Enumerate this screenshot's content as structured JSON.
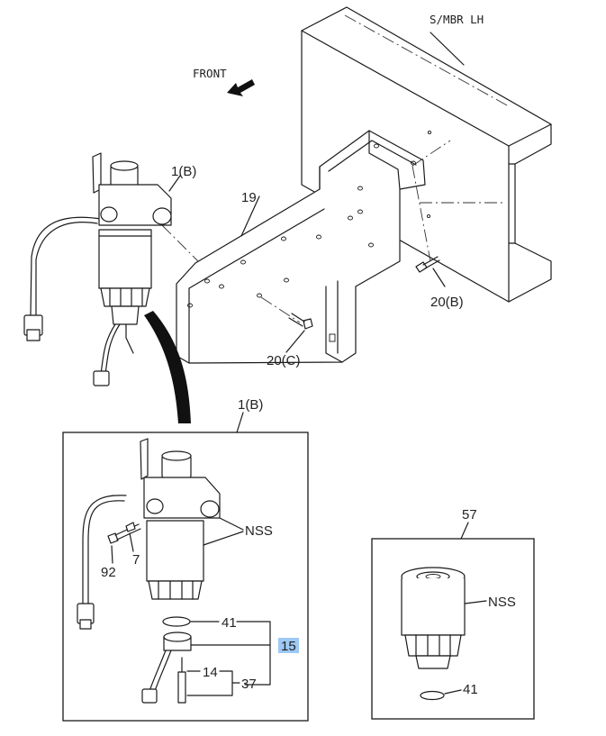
{
  "labels": {
    "frame_member": "S/MBR LH",
    "front": "FRONT",
    "part_1b_top": "1(B)",
    "part_19": "19",
    "part_20b": "20(B)",
    "part_20c": "20(C)",
    "part_1b_detail": "1(B)",
    "nss_detail": "NSS",
    "part_92": "92",
    "part_7": "7",
    "part_41": "41",
    "part_15": "15",
    "part_14": "14",
    "part_37": "37",
    "part_57": "57",
    "nss_element": "NSS",
    "part_41_element": "41"
  },
  "colors": {
    "line": "#1a1a1a",
    "highlight": "#9ec9f5",
    "background": "#ffffff"
  },
  "icons": {
    "front_arrow": "arrow-up-left-icon"
  }
}
